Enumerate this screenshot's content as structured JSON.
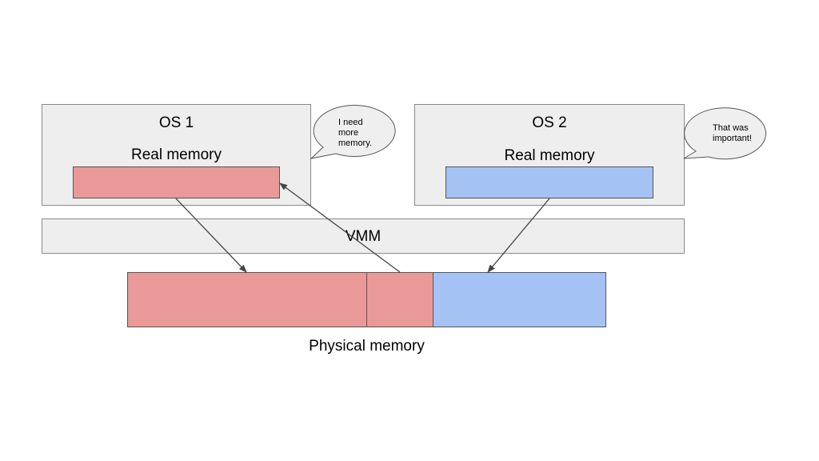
{
  "os1": {
    "title": "OS 1",
    "memory_label": "Real memory",
    "bubble": "I need\nmore\nmemory."
  },
  "os2": {
    "title": "OS 2",
    "memory_label": "Real memory",
    "bubble": "That was\nimportant!"
  },
  "vmm": {
    "label": "VMM"
  },
  "physical": {
    "label": "Physical memory"
  },
  "colors": {
    "os1_memory": "#ea9999",
    "os2_memory": "#a4c2f4",
    "box_fill": "#eeeeee"
  }
}
